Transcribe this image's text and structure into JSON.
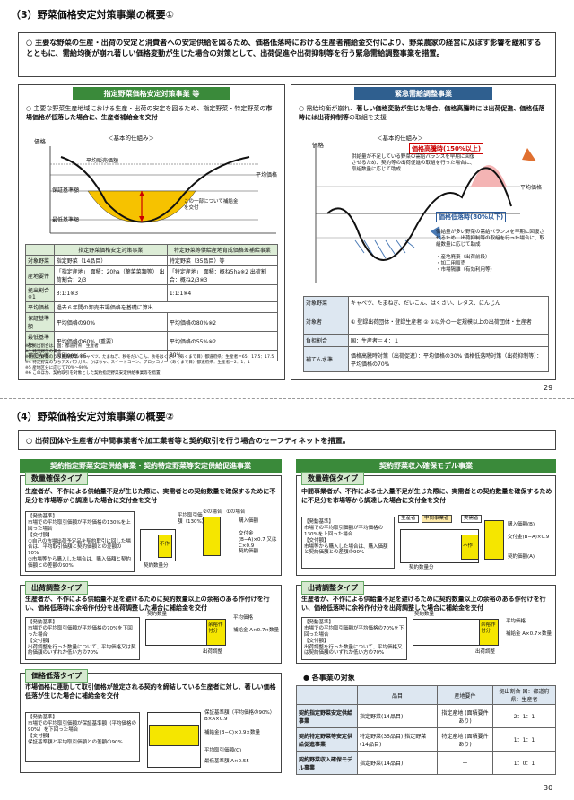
{
  "s1": {
    "title": "（3）野菜価格安定対策事業の概要①",
    "lead": "○ 主要な野菜の生産・出荷の安定と消費者への安定供給を図るため、価格低落時における生産者補給金交付により、野菜農家の経営に及ぼす影響を緩和するとともに、需給均衡が崩れ著しい価格変動が生じた場合の対策として、出荷促進や出荷抑制等を行う緊急需給調整事業を措置。",
    "left": {
      "banner": "指定野菜価格安定対策事業 等",
      "desc_a": "○ 主要な野菜生産地域における生産・出荷の安定を図るため、指定野菜・特定野菜の",
      "desc_b": "市場価格が低落した場合に、生産者補給金を交付",
      "mech": "＜基本的仕組み＞",
      "y_axis": "価格",
      "avg_sales": "平均販売価額",
      "avg_price": "平均価格",
      "guarantee": "保証基準額",
      "minimum": "最低基準額",
      "gap": "この一部について補給金を交付",
      "table": {
        "h": [
          "",
          "指定野菜価格安定対策事業",
          "特定野菜等供給産地育成価格差補給事業"
        ],
        "rows": [
          [
            "対象野菜",
            "指定野菜（14品目）",
            "特定野菜（35品目）等"
          ],
          [
            "産地要件",
            "「指定産地」 面積：20ha（葉菜菜類等） 出荷割合：2/3",
            "「特定産地」 面積：概ね5ha※2 出荷割合：概ね2/3※3"
          ],
          [
            "拠出割合※1",
            "3:1:1※3",
            "1:1:1※4"
          ],
          [
            "平均価格",
            "過去６年間の卸売市場価格を基礎に算出",
            ""
          ],
          [
            "保証基準額",
            "平均価格の90%",
            "平均価格の80%※2"
          ],
          [
            "最低基準額",
            "平均価格の60%（重要）",
            "平均価格の55%※2"
          ],
          [
            "補てん率",
            "原則90%※5",
            "80%"
          ]
        ],
        "notes": [
          "※1 拠出割合は、国：都道府県：生産者",
          "※2 特定野菜の場合",
          "※3 指定野菜のうち重要野菜（キャベツ、たまねぎ、秋冬だいこん、秋冬はくさい（あくまで目）都道府県：生産者＝65：17.5：17.5",
          "※4 特定野菜のうちアスパラガス、かぼちゃ、スイートコーン、ブロッコリー（あくまで目）都道府県：生産者＝2：1：1",
          "※5 産地区分に応じて70%〜90%",
          "※6 このほか、契約取引を対象とした契約指定野菜安定供給事業等を措置"
        ]
      }
    },
    "right": {
      "banner": "緊急需給調整事業",
      "desc_a": "○ 需給均衡が崩れ、",
      "desc_b": "著しい価格変動が生じた場合、価格高騰時には出荷促進、価格低落時には出荷抑制等",
      "desc_c": "の取組を支援",
      "mech": "＜基本的仕組み＞",
      "y_axis": "価格",
      "high": "価格高騰時(150%以上)",
      "high_note": "供給量が不足している野菜の需給バランスを早期に回復させるため、契約等の出荷促進の取組を行った場合に、取組数量に応じて助成",
      "avg": "平均価格",
      "low": "価格低落時(80%以下)",
      "low_note": "供給量が多い野菜の需給バランスを早期に回復させるため、出荷抑制等の取組を行った場合に、取組数量に応じて助成",
      "low_list": [
        "・産地廃棄（出荷前段）",
        "・加工用販売",
        "・市場隔離（有効利用等）"
      ],
      "table": [
        [
          "対象野菜",
          "キャベツ、たまねぎ、だいこん、はくさい、レタス、にんじん"
        ],
        [
          "対象者",
          "① 登録出荷団体・登録生産者 ② ①以外の一定規模以上の出荷団体・生産者"
        ],
        [
          "負担割合",
          "国：生産者＝４：１"
        ],
        [
          "補てん水準",
          "価格高騰時対策（出荷促進）：平均価格の30% 価格低落時対策（出荷抑制等）：平均価格の70%"
        ]
      ]
    },
    "page": "29"
  },
  "s2": {
    "title": "（4）野菜価格安定対策事業の概要②",
    "lead": "○ 出荷団体や生産者が中間事業者や加工業者等と契約取引を行う場合のセーフティネットを措置。",
    "left": {
      "banner": "契約指定野菜安定供給事業・契約特定野菜等安定供給促進事業",
      "t1": "数量確保タイプ",
      "t1_text": "生産者が、不作による供給量不足が生じた際に、実需者との契約数量を確保するために不足分を市場等から調達した場合に交付金を交付",
      "t1_req": [
        "【発動基準】",
        "市場での平均取引価額が平均価格の130%を上回った場合",
        "【交付額】",
        "①自己の市場出荷予定品を契約取引に回した場合は、平均取引価額と契約価額との差額の70%",
        "②市場等から購入した場合は、購入価額と契約価額との差額の90%"
      ],
      "t1_lbl": [
        "平均取引価額（130%）",
        "②の場合",
        "①の場合",
        "購入価額",
        "交付金(B−A)×0.7 又はC×0.9",
        "契約価額",
        "契約数量分",
        "不作"
      ],
      "t2": "出荷調整タイプ",
      "t2_text": "生産者が、不作による供給量不足を避けるために契約数量以上の余裕のある作付けを行い、価格低落時に余裕作付分を出荷調整した場合に補給金を交付",
      "t2_req": [
        "【発動基準】",
        "市場での平均取引価額が平均価格の70%を下回った場合",
        "【交付額】",
        "出荷調整を行った数量について、平均価格又は契約価額のいずれか低い方の70%"
      ],
      "t2_lbl": [
        "契約数量",
        "余裕作付分",
        "補給金 A×0.7×数量",
        "平均価格",
        "出荷調整"
      ],
      "t3": "価格低落タイプ",
      "t3_text": "市場価格に連動して取引価格が設定される契約を締結している生産者に対し、著しい価格低落が生じた場合に補給金を交付",
      "t3_req": [
        "【発動基準】",
        "市場での平均取引価額が保証基準額（平均価格の90%）を下回った場合",
        "【交付額】",
        "保証基準額と平均取引価額との差額の90%"
      ],
      "t3_lbl": [
        "保証基準額（平均価格の90%）B×A×0.9",
        "補給金(B−C)×0.9×数量",
        "平均取引価額(C)",
        "最低基準額 A×0.55"
      ]
    },
    "right": {
      "banner": "契約野菜収入確保モデル事業",
      "t1": "数量確保タイプ",
      "t1_text": "中間事業者が、不作による仕入量不足が生じた際に、実需者との契約数量を確保するために不足分を市場等から調達した場合に交付金を交付",
      "t1_req": [
        "【発動基準】",
        "市場での平均取引価額が平均価格の130%を上回った場合",
        "【交付額】",
        "市場等から購入した場合は、購入価額と契約価額との差額の90%"
      ],
      "t1_lbl": [
        "生産者",
        "中間事業者",
        "実需者",
        "購入価額(B)",
        "交付金(B−A)×0.9",
        "契約価額(A)",
        "契約数量分",
        "不作"
      ],
      "t2": "出荷調整タイプ",
      "t2_text": "生産者が、不作による供給量不足を避けるために契約数量以上の余裕のある作付けを行い、価格低落時に余裕作付分を出荷調整した場合に補給金を交付",
      "t2_req": [
        "【発動基準】",
        "市場での平均取引価額が平均価格の70%を下回った場合",
        "【交付額】",
        "出荷調整を行った数量について、平均価格又は契約価額のいずれか低い方の70%"
      ],
      "t2_lbl": [
        "契約数量",
        "余裕作付分",
        "補給金 A×0.7×数量",
        "平均価格",
        "出荷調整"
      ],
      "target_title": "● 各事業の対象",
      "target_h": [
        "",
        "品目",
        "産地要件",
        "拠出割合 国：都道府県：生産者"
      ],
      "target_rows": [
        [
          "契約指定野菜安定供給事業",
          "指定野菜(14品目)",
          "指定産地 (面積要件あり)",
          "2：1：1"
        ],
        [
          "契約特定野菜等安定供給促進事業",
          "特定野菜(35品目) 指定野菜(14品目)",
          "特定産地 (面積要件あり)",
          "1：1：1"
        ],
        [
          "契約野菜収入確保モデル事業",
          "指定野菜(14品目)",
          "ー",
          "1：0：1"
        ]
      ]
    },
    "page": "30"
  }
}
